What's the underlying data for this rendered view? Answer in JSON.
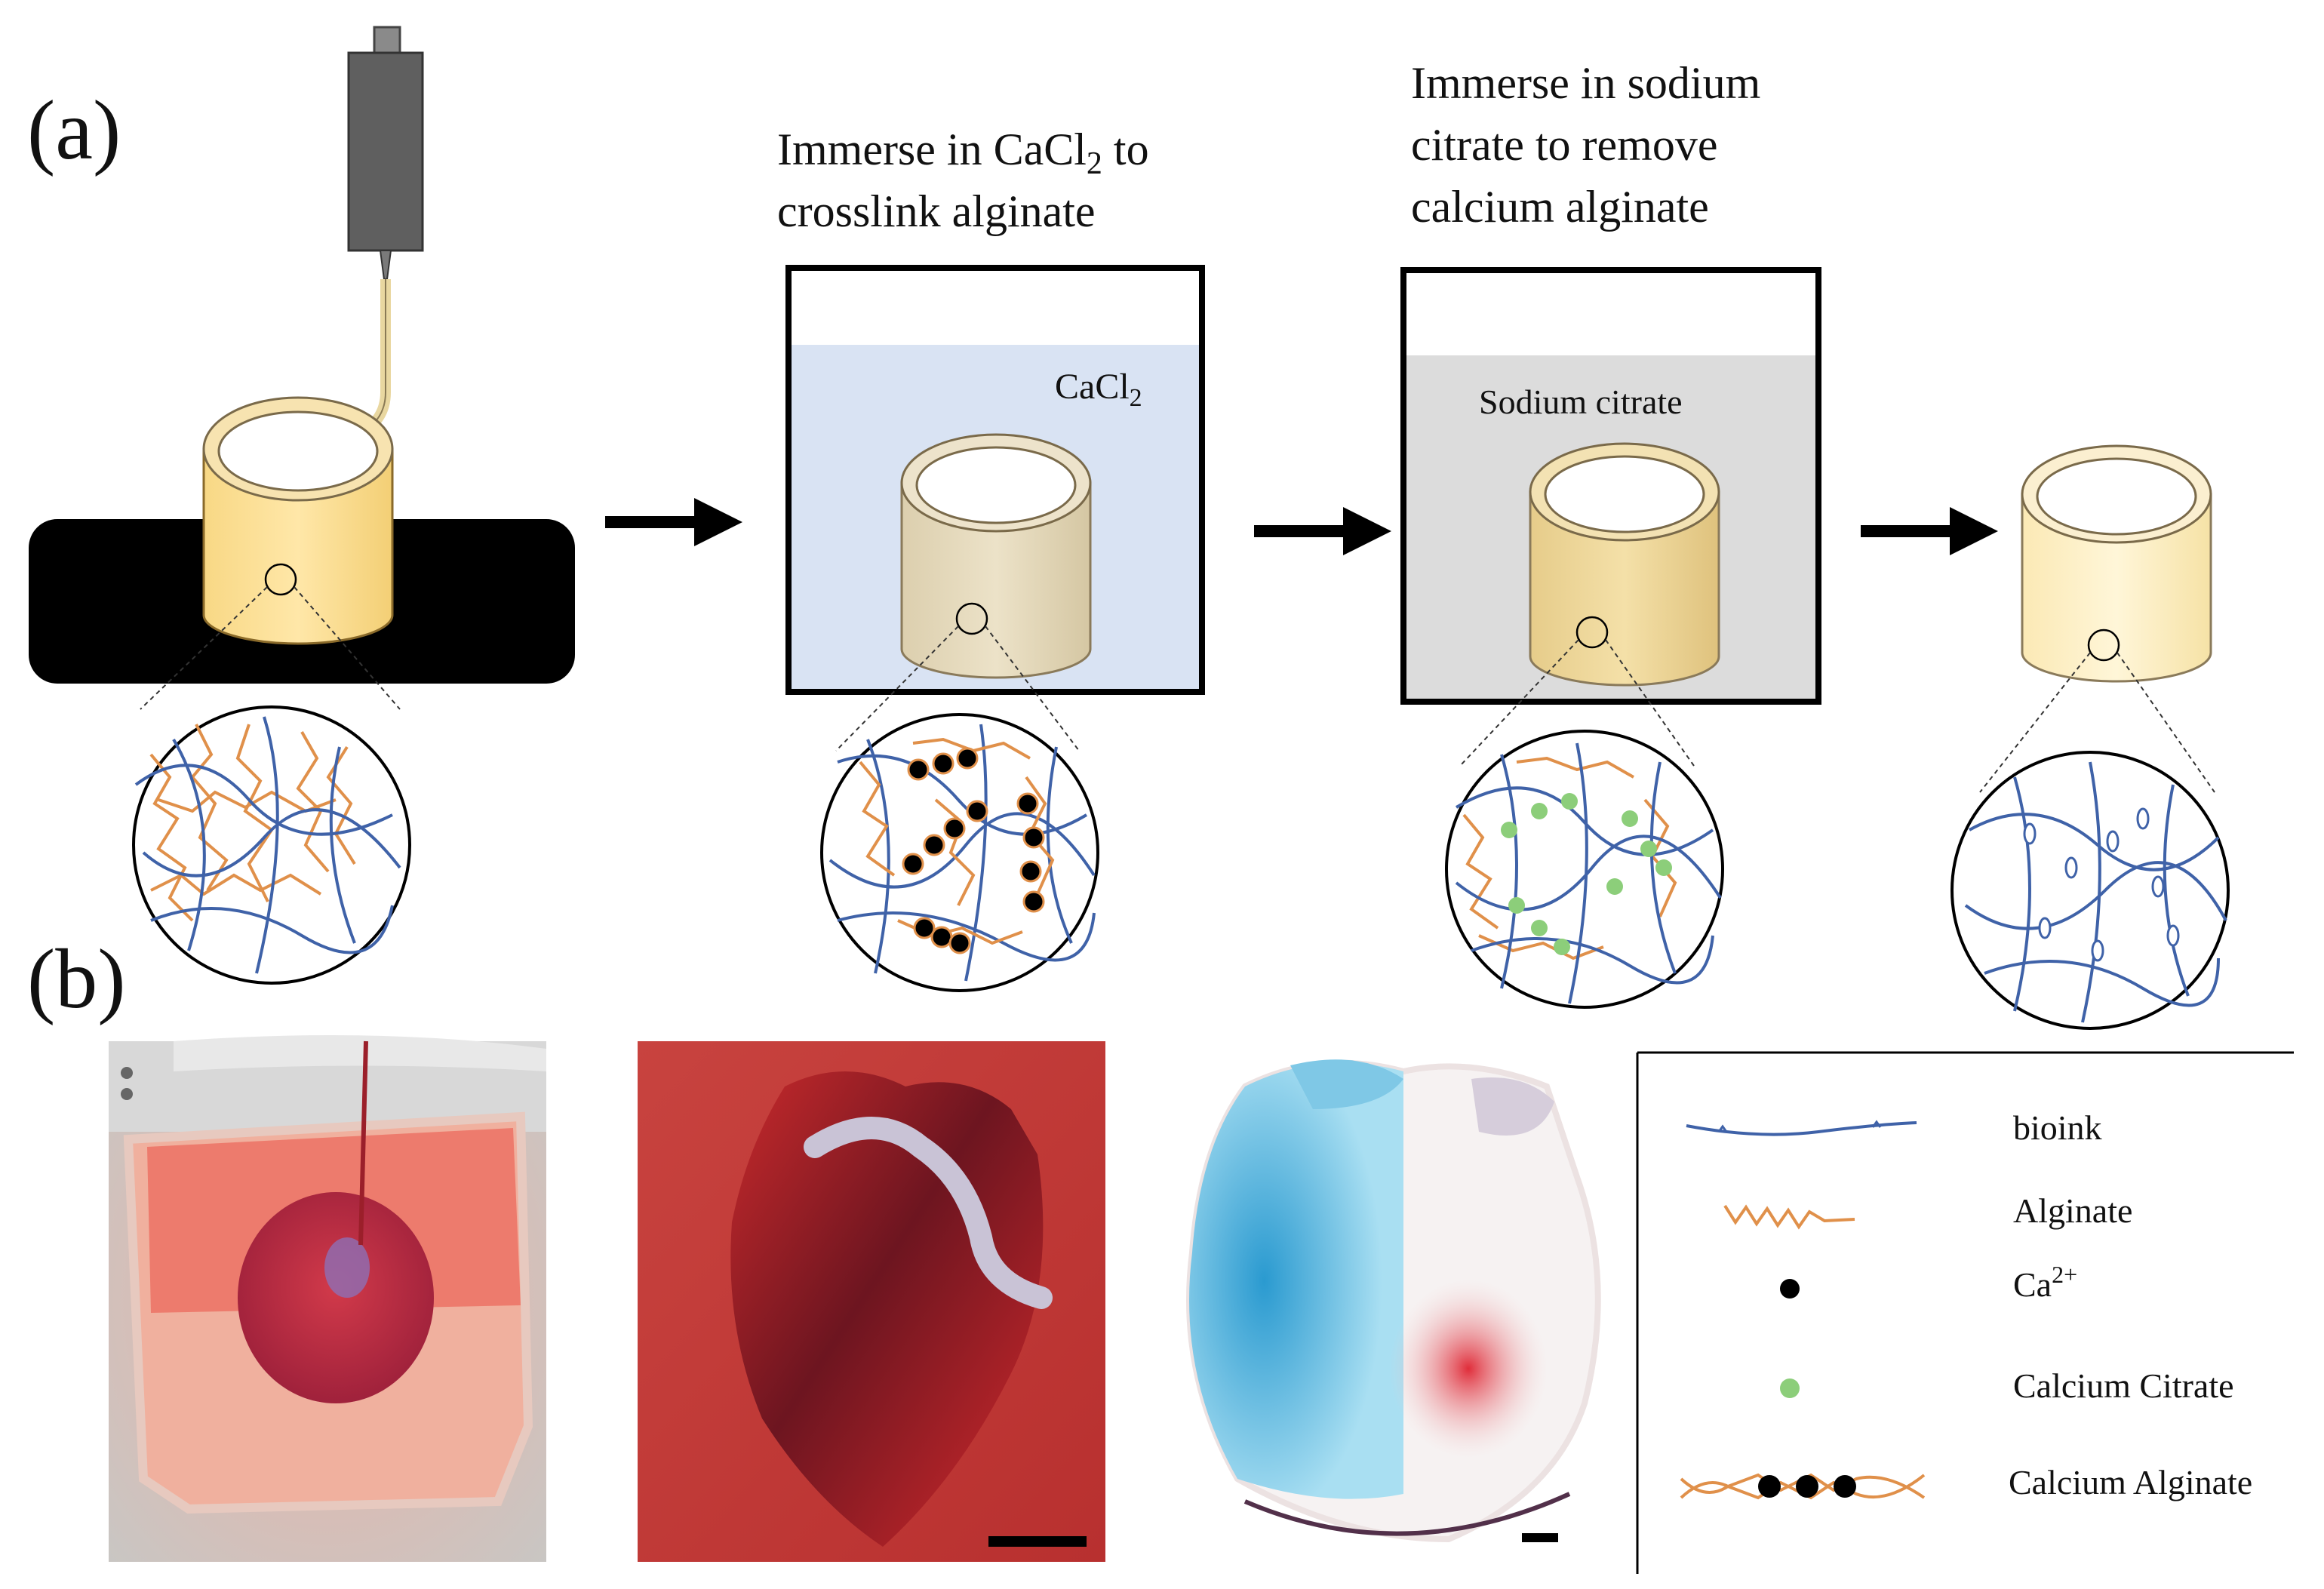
{
  "panels": {
    "a_label": "(a)",
    "b_label": "(b)"
  },
  "steps": {
    "step2_caption_l1": "Immerse in CaCl",
    "step2_caption_l1_sub": "2",
    "step2_caption_l1_tail": " to",
    "step2_caption_l2": "crosslink alginate",
    "step2_bath_label": "CaCl",
    "step2_bath_label_sub": "2",
    "step3_caption_l1": "Immerse in sodium",
    "step3_caption_l2": "citrate to remove",
    "step3_caption_l3": "calcium alginate",
    "step3_bath_label": "Sodium citrate"
  },
  "legend": {
    "items": [
      {
        "label": "bioink"
      },
      {
        "label": "Alginate"
      },
      {
        "label": "Ca",
        "sup": "2+"
      },
      {
        "label": "Calcium Citrate"
      },
      {
        "label": "Calcium Alginate"
      }
    ]
  },
  "colors": {
    "bioink": "#3f62a8",
    "alginate": "#e0904a",
    "calcium": "#000000",
    "calcium_citrate": "#8cce7a",
    "cacl2_bath": "#d9e3f3",
    "citrate_bath": "#dcdcdc",
    "cylinder_printed": "#ffe49a",
    "cylinder_crosslinked": "#e8dcc0",
    "cylinder_citrate": "#f1dca0",
    "cylinder_final": "#fff2c6"
  }
}
